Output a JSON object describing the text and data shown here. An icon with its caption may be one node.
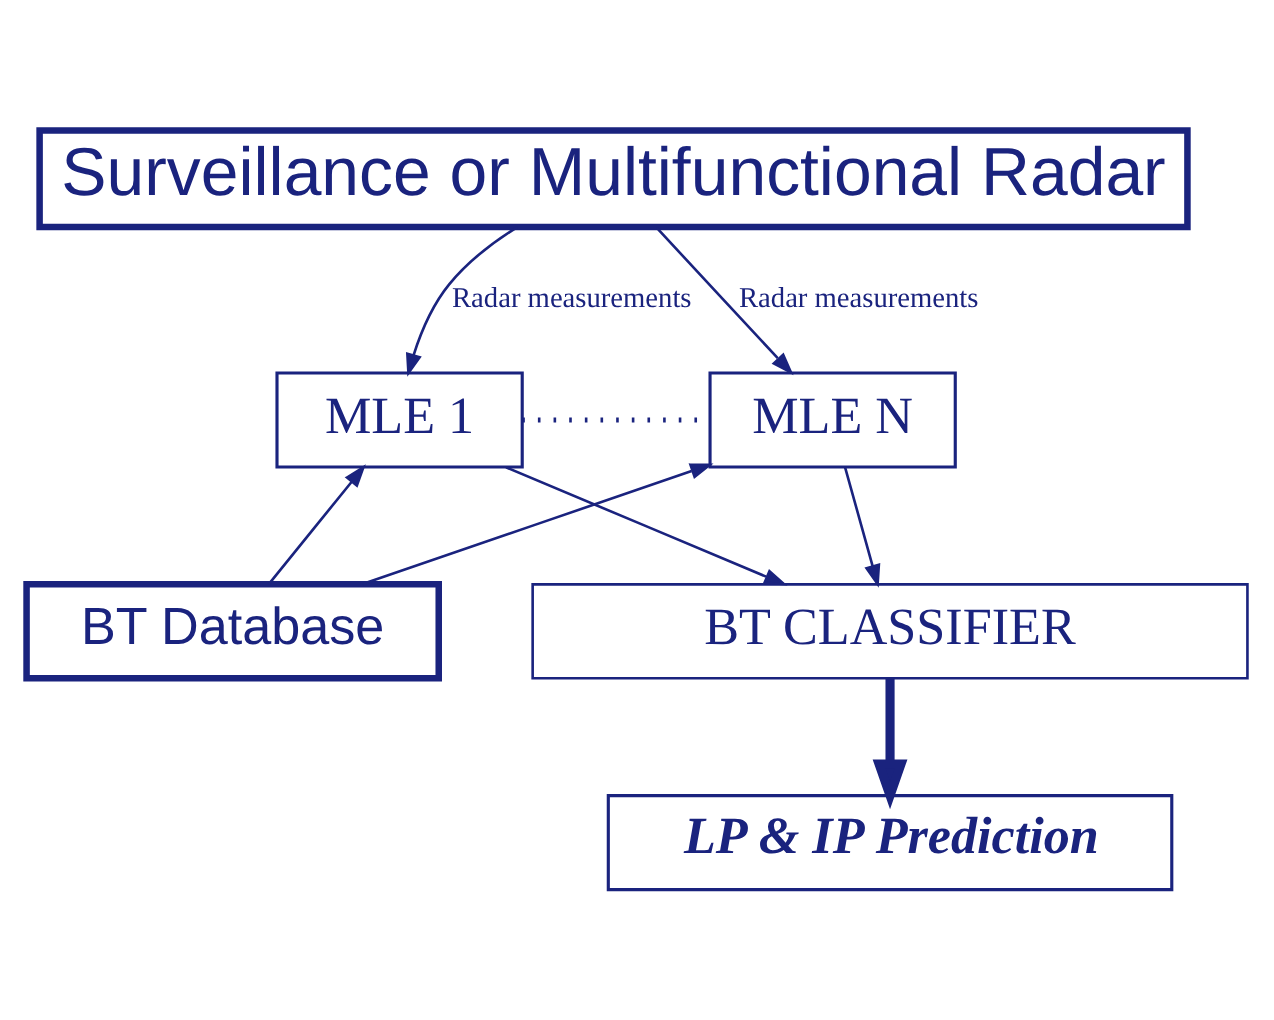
{
  "diagram": {
    "nodes": [
      {
        "text": [
          "Surveillance or Multifunctional Radar"
        ]
      },
      {
        "text": [
          "MLE 1"
        ]
      },
      {
        "text": [
          "MLE N"
        ]
      },
      {
        "text": [
          "BT Database"
        ]
      },
      {
        "text": [
          "BT CLASSIFIER"
        ]
      },
      {
        "text": [
          "LP & IP Prediction"
        ]
      }
    ],
    "edges": [
      {
        "from": 0,
        "to": 1,
        "arrow": "to",
        "label": "Radar measurements"
      },
      {
        "from": 0,
        "to": 2,
        "arrow": "to",
        "label": "Radar measurements"
      },
      {
        "from": 1,
        "to": 2,
        "arrow": "none",
        "style": "dashed"
      },
      {
        "from": 3,
        "to": 1,
        "arrow": "to"
      },
      {
        "from": 3,
        "to": 2,
        "arrow": "to"
      },
      {
        "from": 1,
        "to": 4,
        "arrow": "to"
      },
      {
        "from": 2,
        "to": 4,
        "arrow": "to"
      },
      {
        "from": 4,
        "to": 5,
        "arrow": "to",
        "style": "thick"
      }
    ]
  }
}
